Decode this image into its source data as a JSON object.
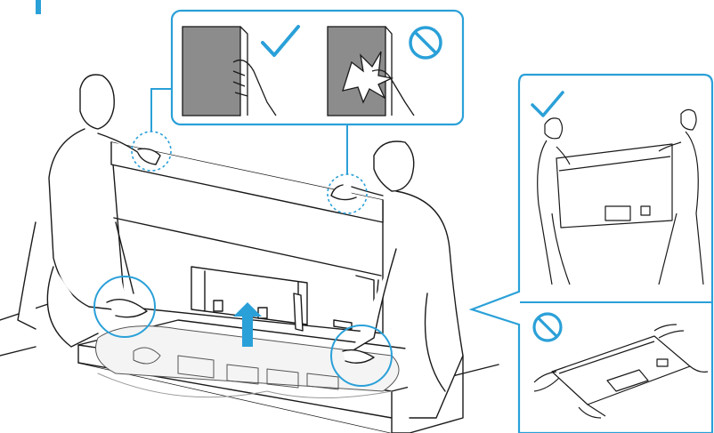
{
  "figure": {
    "accent_color": "#2aa0d8",
    "line_color": "#1a1a1a",
    "screen_gray": "#8c8c8c",
    "box_gray": "#ffffff"
  },
  "icons": {
    "do_mark": "check-icon",
    "dont_mark": "prohibited-icon",
    "lift_direction": "up-arrow-icon"
  },
  "callouts": [
    {
      "name": "hold-edge-correct",
      "mark": "check",
      "meaning": "correct"
    },
    {
      "name": "press-screen-incorrect",
      "mark": "prohibited",
      "meaning": "incorrect"
    },
    {
      "name": "carry-upright-correct",
      "mark": "check",
      "meaning": "correct"
    },
    {
      "name": "carry-flat-incorrect",
      "mark": "prohibited",
      "meaning": "incorrect"
    }
  ]
}
